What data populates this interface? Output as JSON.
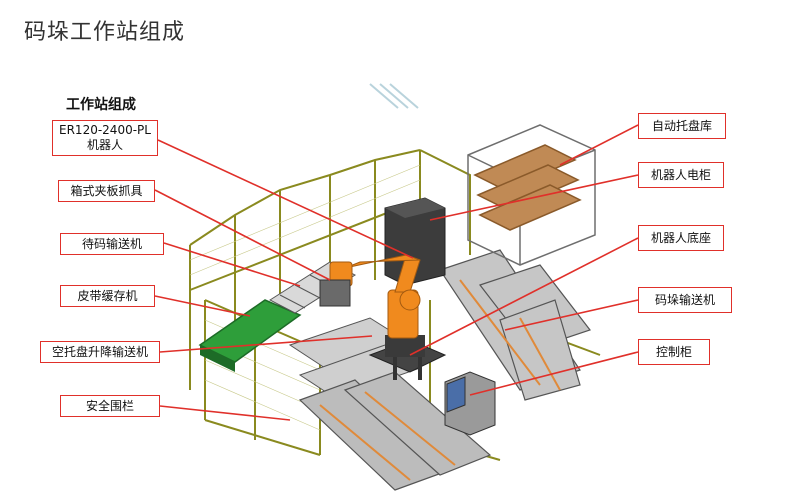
{
  "title": "码垛工作站组成",
  "subtitle": "工作站组成",
  "labels": {
    "robot": "ER120-2400-PL机器人",
    "gripper": "箱式夹板抓具",
    "waiting_conveyor": "待码输送机",
    "belt_buffer": "皮带缓存机",
    "empty_pallet_lift": "空托盘升降输送机",
    "safety_fence": "安全围栏",
    "auto_pallet_store": "自动托盘库",
    "robot_cabinet": "机器人电柜",
    "robot_base": "机器人底座",
    "palletizing_conveyor": "码垛输送机",
    "control_cabinet": "控制柜"
  },
  "colors": {
    "callout_border": "#e0302a",
    "leader_line": "#e0302a",
    "fence": "#8a8a1f",
    "robot": "#f08a1e",
    "belt": "#2e9e3a",
    "machine": "#5a5a5a"
  }
}
